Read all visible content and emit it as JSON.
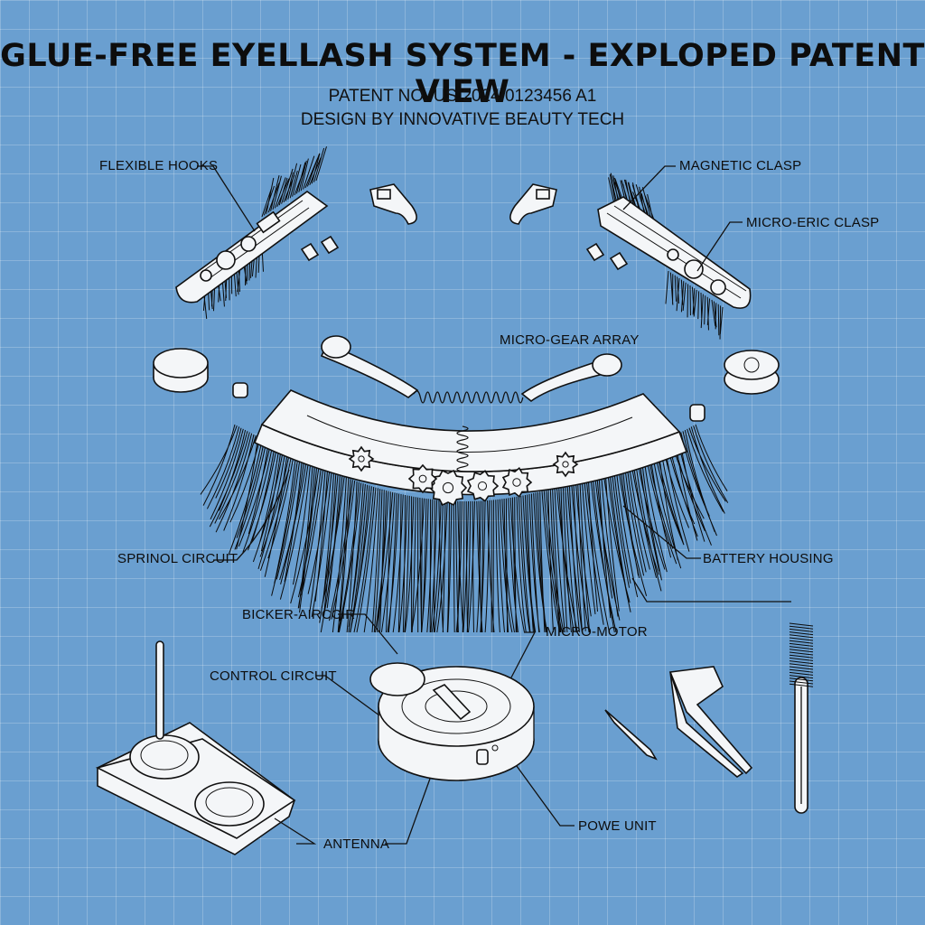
{
  "title": "GLUE-FREE EYELLASH SYSTEM - EXPLOPED PATENT VIEW",
  "subtitle_line1": "PATENT NO. US 2024/0123456 A1",
  "subtitle_line2": "DESIGN BY INNOVATIVE BEAUTY TECH",
  "labels": {
    "flexible_hooks": "FLEXIBLE HOOKS",
    "magnetic_clasp": "MAGNETIC CLASP",
    "micro_eric_clasp": "MICRO-ERIC CLASP",
    "micro_gear_array": "MICRO-GEAR ARRAY",
    "sprinol_circuit": "SPRINOL CIRCUIT",
    "battery_housing": "BATTERY HOUSING",
    "bicker_aircir": "BICKER-AIRCCIR",
    "micro_motor": "MICRO-MOTOR",
    "control_circuit": "CONTROL CIRCUIT",
    "antenna": "ANTENNA",
    "powe_unit": "POWE UNIT"
  },
  "colors": {
    "background": "#6a9fd0",
    "grid": "#ffffff",
    "line": "#111111",
    "part_fill": "#f4f6f8"
  }
}
